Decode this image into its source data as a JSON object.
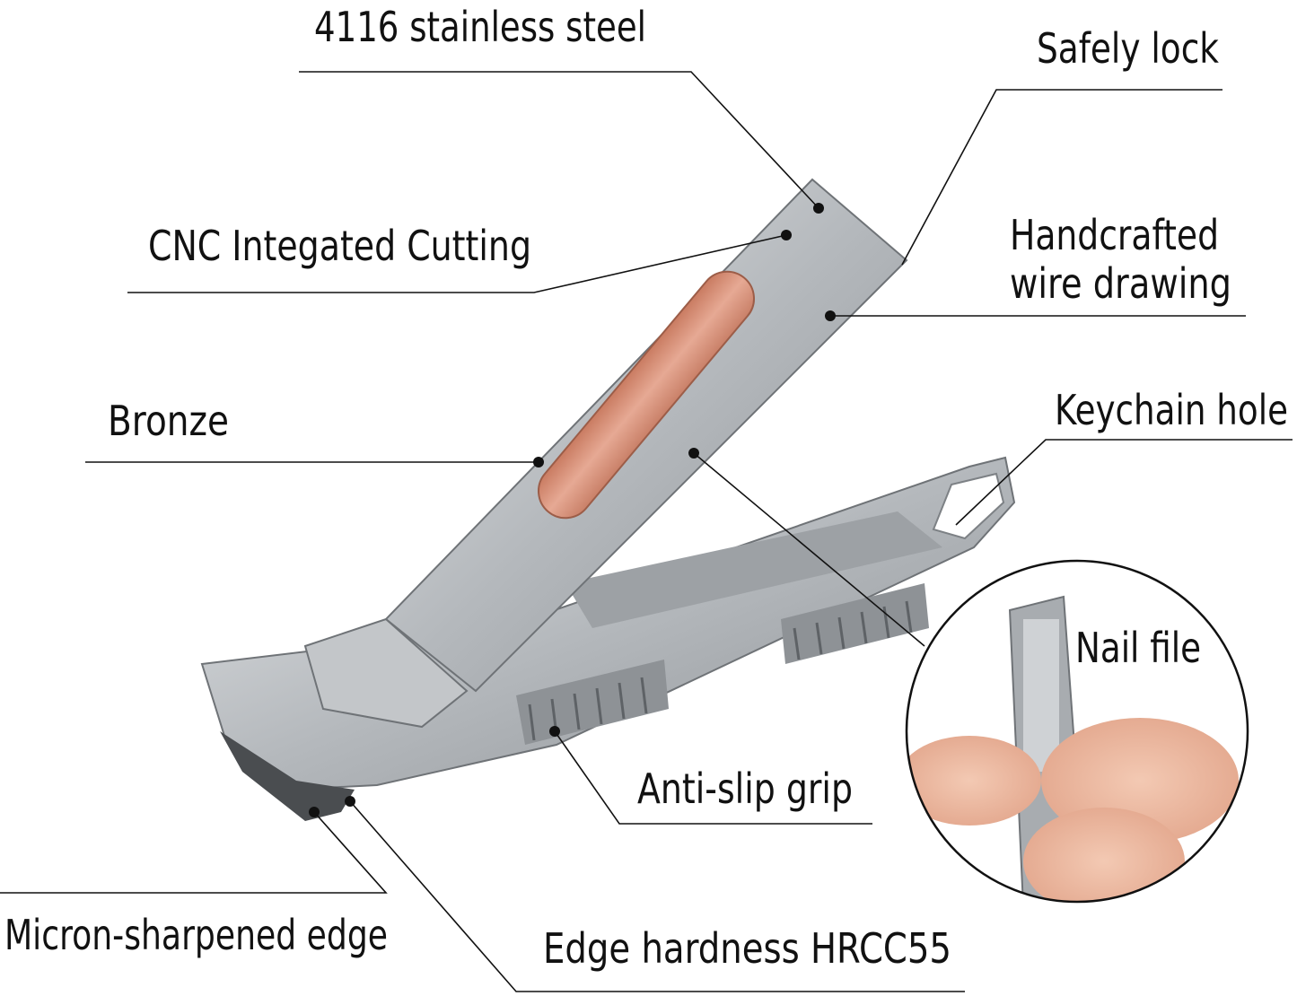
{
  "callouts": {
    "stainless": "4116 stainless steel",
    "lock": "Safely lock",
    "cnc": "CNC Integated Cutting",
    "wire_line1": "Handcrafted",
    "wire_line2": "wire drawing",
    "bronze": "Bronze",
    "keychain": "Keychain hole",
    "nail_file": "Nail file",
    "grip": "Anti-slip grip",
    "micron": "Micron-sharpened edge",
    "hardness": "Edge hardness HRCC55"
  },
  "colors": {
    "steel": "#b9bcbf",
    "steel_dark": "#7d8185",
    "bronze": "#d9957c",
    "text": "#111111"
  }
}
